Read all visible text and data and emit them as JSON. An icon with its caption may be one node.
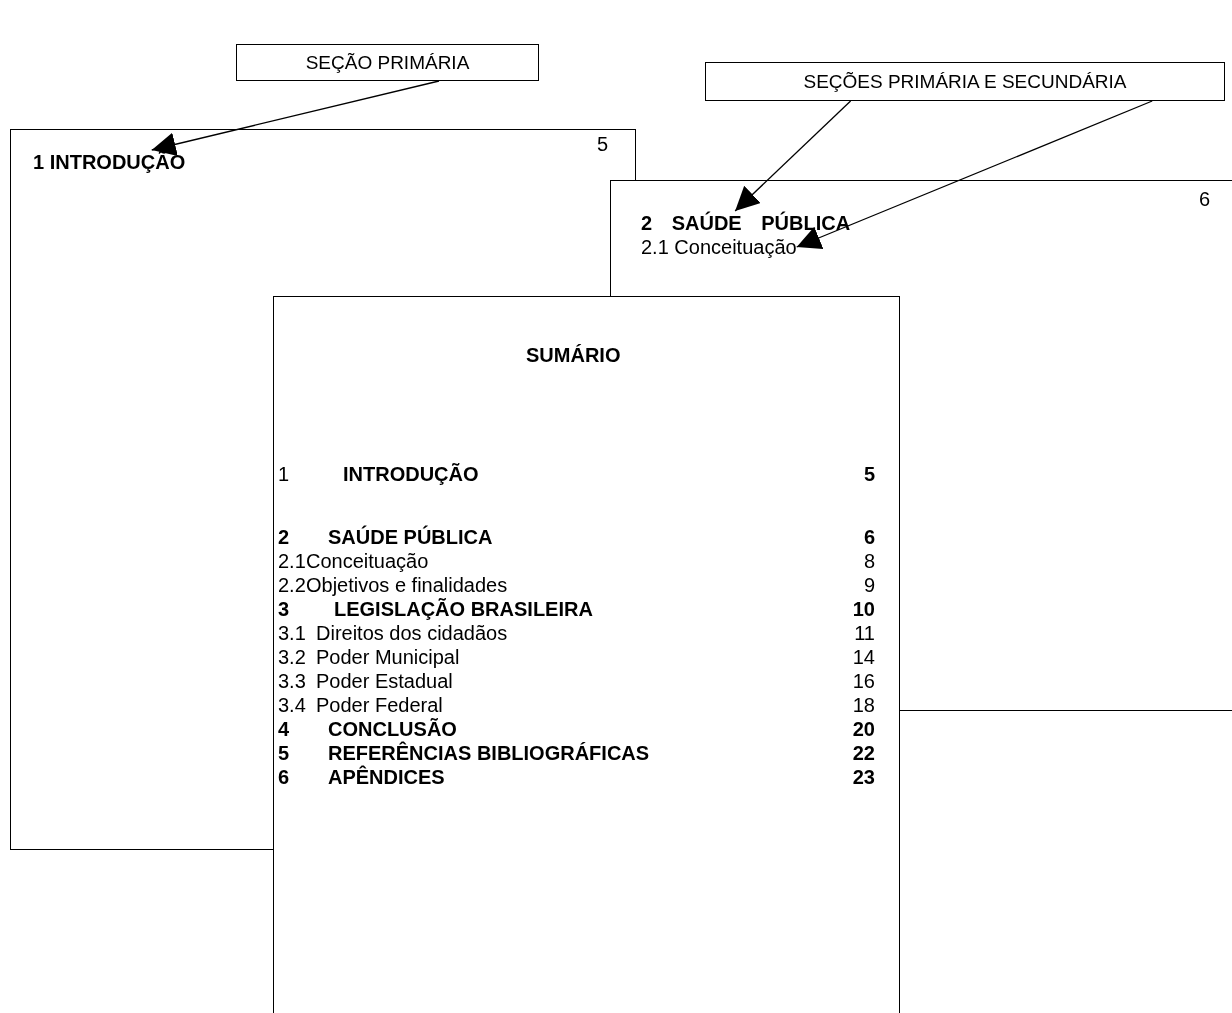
{
  "diagram": {
    "nodes": [
      {
        "text": [
          "SEÇÃO PRIMÁRIA"
        ]
      },
      {
        "text": [
          "SEÇÕES PRIMÁRIA E SECUNDÁRIA"
        ]
      },
      {
        "text": [
          "5"
        ]
      },
      {
        "text": [
          "1 INTRODUÇÃO"
        ],
        "in": 2
      },
      {
        "text": [
          "6"
        ]
      },
      {
        "text": [
          "2 SAÚDE PÚBLICA"
        ],
        "in": 4
      },
      {
        "text": [
          "2.1 Conceituação"
        ],
        "in": 4
      },
      {
        "text": [
          "SUMÁRIO"
        ]
      }
    ],
    "edges": [
      {
        "from": 0,
        "to": 3,
        "arrow": "to"
      },
      {
        "from": 1,
        "to": 5,
        "arrow": "to"
      },
      {
        "from": 1,
        "to": 6,
        "arrow": "to"
      }
    ],
    "labels": [
      "1",
      "INTRODUÇÃO",
      "5",
      "2",
      "SAÚDE PÚBLICA",
      "6",
      "2.1",
      "Conceituação",
      "8",
      "2.2",
      "Objetivos e finalidades",
      "9",
      "3",
      "LEGISLAÇÃO BRASILEIRA",
      "10",
      "3.1",
      "Direitos dos cidadãos",
      "11",
      "3.2",
      "Poder Municipal",
      "14",
      "3.3",
      "Poder Estadual",
      "16",
      "3.4",
      "Poder Federal",
      "18",
      "4",
      "CONCLUSÃO",
      "20",
      "5",
      "REFERÊNCIAS BIBLIOGRÁFICAS",
      "22",
      "6",
      "APÊNDICES",
      "23"
    ]
  }
}
